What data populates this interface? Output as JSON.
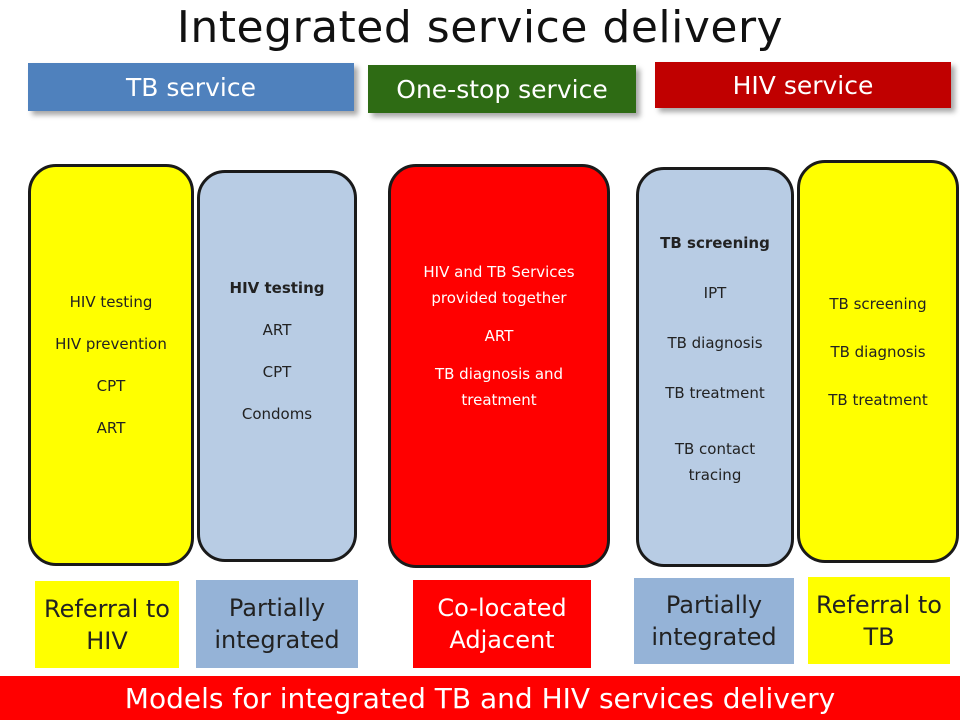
{
  "title": "Integrated service delivery",
  "headers": {
    "tb": "TB service",
    "onestop": "One-stop service",
    "hiv": "HIV service"
  },
  "columns": [
    {
      "items": [
        "HIV testing",
        "HIV prevention",
        "CPT",
        "ART"
      ],
      "fill": "#ffff00"
    },
    {
      "items": [
        "HIV testing",
        "ART",
        "CPT",
        "Condoms"
      ],
      "fill": "#b8cce4"
    },
    {
      "items": [
        "HIV and TB Services provided together",
        "ART",
        "TB diagnosis and treatment"
      ],
      "fill": "#ff0000"
    },
    {
      "items": [
        "TB screening",
        "IPT",
        "TB diagnosis",
        "TB treatment",
        "TB contact tracing"
      ],
      "fill": "#b8cce4"
    },
    {
      "items": [
        "TB screening",
        "TB diagnosis",
        "TB treatment"
      ],
      "fill": "#ffff00"
    }
  ],
  "labels": {
    "referral_hiv": "Referral to HIV",
    "partial_1": "Partially integrated",
    "colocated": "Co-located Adjacent",
    "partial_2": "Partially integrated",
    "referral_tb": "Referral to TB"
  },
  "footer": "Models for integrated TB and HIV services delivery",
  "colors": {
    "tb_blue": "#4f81bd",
    "onestop_green": "#2e6b14",
    "hiv_red": "#c00000",
    "yellow": "#ffff00",
    "light_blue": "#b8cce4",
    "red": "#ff0000",
    "label_blue": "#95b3d7"
  }
}
